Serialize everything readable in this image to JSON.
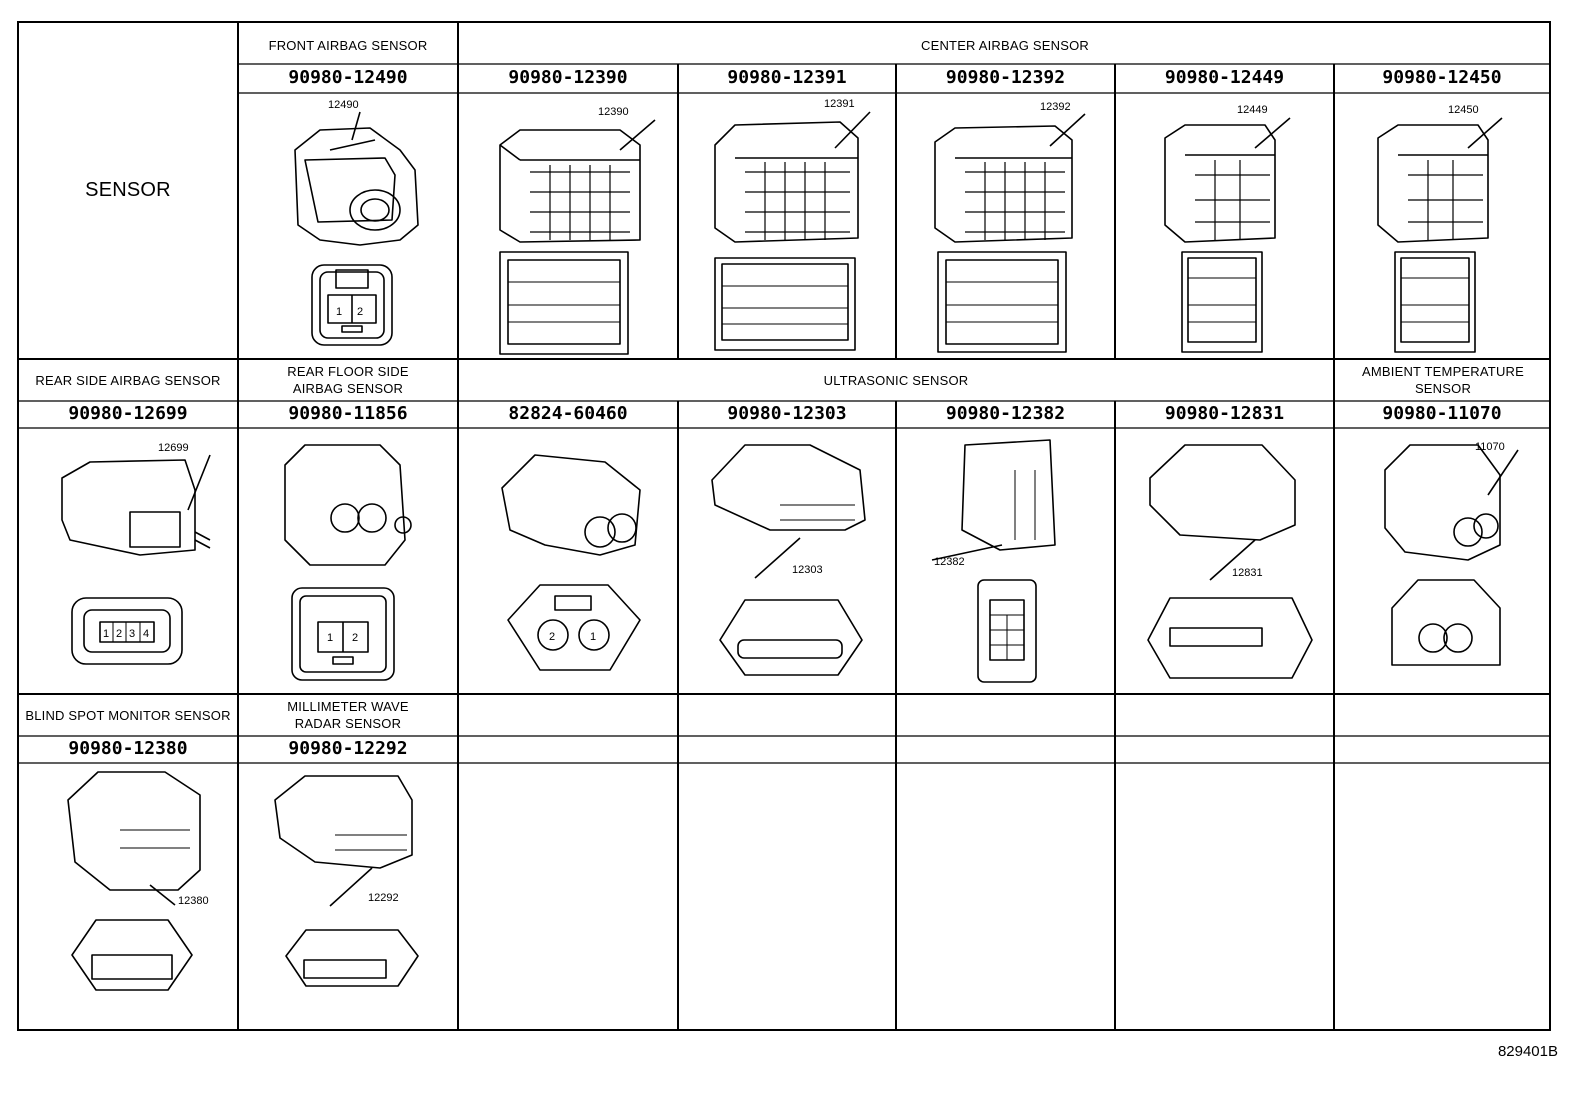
{
  "headers": {
    "sensor": "SENSOR",
    "front_airbag": "FRONT AIRBAG SENSOR",
    "center_airbag": "CENTER AIRBAG SENSOR",
    "rear_side_airbag": "REAR SIDE AIRBAG SENSOR",
    "rear_floor_side_airbag": "REAR FLOOR SIDE AIRBAG SENSOR",
    "ultrasonic": "ULTRASONIC SENSOR",
    "ambient_temperature": "AMBIENT TEMPERATURE SENSOR",
    "blind_spot_monitor": "BLIND SPOT MONITOR SENSOR",
    "millimeter_wave": "MILLIMETER WAVE RADAR SENSOR"
  },
  "row1_parts": [
    "90980-12490",
    "90980-12390",
    "90980-12391",
    "90980-12392",
    "90980-12449",
    "90980-12450"
  ],
  "row2_parts": [
    "90980-12699",
    "90980-11856",
    "82824-60460",
    "90980-12303",
    "90980-12382",
    "90980-12831",
    "90980-11070"
  ],
  "row3_parts": [
    "90980-12380",
    "90980-12292"
  ],
  "callouts": {
    "c12490": "12490",
    "c12390": "12390",
    "c12391": "12391",
    "c12392": "12392",
    "c12449": "12449",
    "c12450": "12450",
    "c12699": "12699",
    "c12303": "12303",
    "c12382": "12382",
    "c12831": "12831",
    "c11070": "11070",
    "c12380": "12380",
    "c12292": "12292"
  },
  "figure_number": "829401B"
}
